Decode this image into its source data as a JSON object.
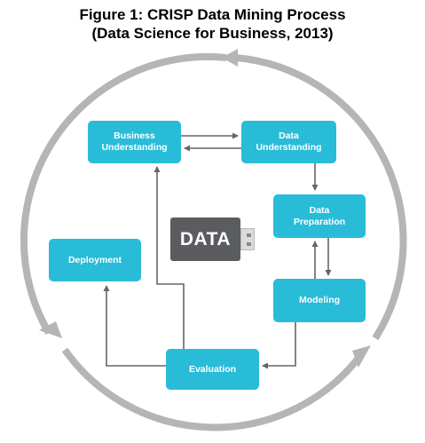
{
  "title": {
    "line1": "Figure 1: CRISP Data Mining Process",
    "line2": "(Data Science for Business, 2013)"
  },
  "colors": {
    "box": "#29bcd9",
    "arrow": "#666666",
    "cycle": "#b5b5b5",
    "usb_body": "#5a5c5f"
  },
  "boxes": {
    "business_understanding": "Business\nUnderstanding",
    "data_understanding": "Data\nUnderstanding",
    "data_preparation": "Data\nPreparation",
    "modeling": "Modeling",
    "evaluation": "Evaluation",
    "deployment": "Deployment"
  },
  "data_icon": {
    "label": "DATA",
    "icon": "usb-drive-icon"
  }
}
